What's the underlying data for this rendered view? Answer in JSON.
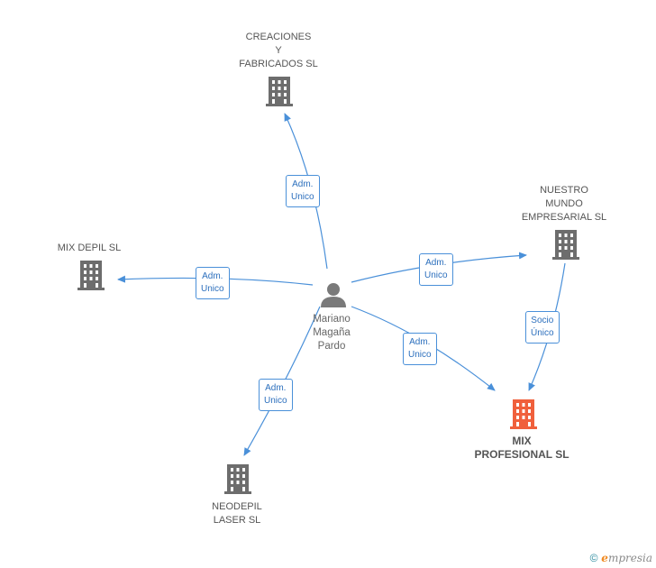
{
  "colors": {
    "edge": "#4a90d9",
    "company": "#6d6d6d",
    "focus": "#f0603c",
    "person": "#7a7a7a"
  },
  "person": {
    "name": "Mariano\nMagaña\nPardo",
    "icon": "person-icon"
  },
  "companies": {
    "creaciones": "CREACIONES\nY\nFABRICADOS SL",
    "nuestro": "NUESTRO\nMUNDO\nEMPRESARIAL SL",
    "mixdepil": "MIX DEPIL SL",
    "mixprofesional": "MIX\nPROFESIONAL SL",
    "neodepil": "NEODEPIL\nLASER SL"
  },
  "relations": {
    "to_creaciones": "Adm.\nUnico",
    "to_nuestro": "Adm.\nUnico",
    "to_mixdepil": "Adm.\nUnico",
    "to_mixprofesional": "Adm.\nUnico",
    "to_neodepil": "Adm.\nUnico",
    "nuestro_to_mixprofesional": "Socio\nÚnico"
  },
  "brand": {
    "copyright": "©",
    "name_initial": "e",
    "name_rest": "mpresia"
  }
}
